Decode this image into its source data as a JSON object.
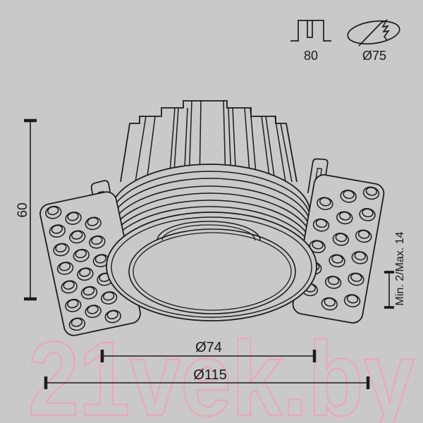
{
  "colors": {
    "background": "#c9c9c9",
    "line": "#1c1c1c",
    "watermark_pink": "#efa4b8"
  },
  "watermark": {
    "text": "21vek.by"
  },
  "icons": {
    "recess_depth_label": "80",
    "cutout_hole_label": "Ø75"
  },
  "dimensions": {
    "height": "60",
    "visible_depth": "Min. 2/Max. 14",
    "diameter_inner": "Ø74",
    "diameter_outer": "Ø115"
  }
}
